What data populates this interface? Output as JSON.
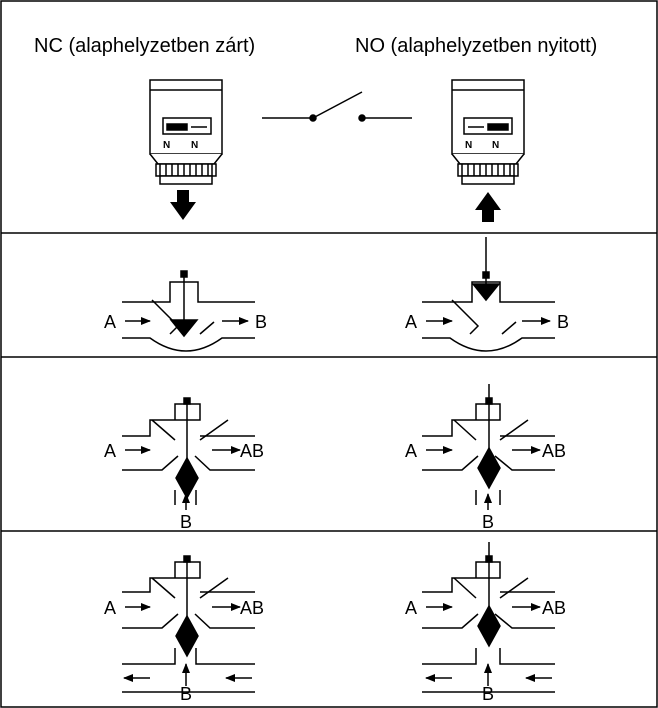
{
  "header": {
    "nc_title": "NC (alaphelyzetben zárt)",
    "no_title": "NO (alaphelyzetben nyitott)"
  },
  "actuator": {
    "mark_left": "N",
    "mark_right": "N"
  },
  "ports": {
    "a": "A",
    "b": "B",
    "ab": "AB"
  },
  "rows": [
    {
      "name": "two-way-valve"
    },
    {
      "name": "three-way-mixing-valve"
    },
    {
      "name": "three-way-diverting-valve"
    }
  ]
}
